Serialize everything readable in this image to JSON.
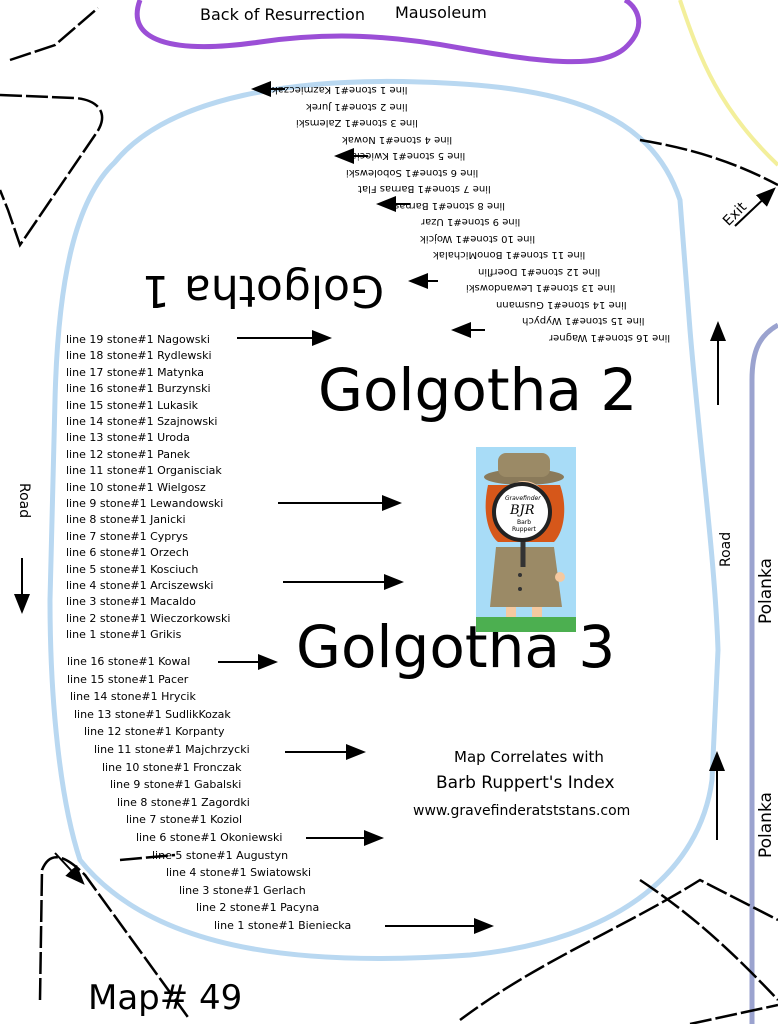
{
  "mausoleum": {
    "part1": "Back of Resurrection",
    "part2": "Mausoleum"
  },
  "exit_label": "Exit",
  "golgotha_1": "Golgotha 1",
  "golgotha_2": "Golgotha 2",
  "golgotha_3": "Golgotha 3",
  "road_left": "Road",
  "road_right": "Road",
  "polanka_top": "Polanka",
  "polanka_bottom": "Polanka",
  "map_number": "Map# 49",
  "index_note": {
    "line1": "Map Correlates with",
    "line2": "Barb Ruppert's Index",
    "line3": "www.gravefinderatststans.com"
  },
  "badge": {
    "brand": "Gravefinder",
    "initials": "BJR",
    "sub1": "Barb",
    "sub2": "Ruppert"
  },
  "golgotha_1_rows": [
    "line 1 stone#1 Kazmieczak",
    "line 2 stone#1 Jurek",
    "line 3 stone#1 Zalemski",
    "line 4 stone#1 Nowak",
    "line 5 stone#1 Kwieciak",
    "line 6 stone#1 Sobolewski",
    "line 7 stone#1 Barnas Flat",
    "line 8 stone#1 Barnas",
    "line 9 stone#1 Uzar",
    "line 10 stone#1 Wojcik",
    "line 11 stone#1 BonoMichalak",
    "line 12 stone#1 Doerflin",
    "line 13 stone#1 Lewandowski",
    "line 14 stone#1 Gusmann",
    "line 15 stone#1 Wypych",
    "line 16 stone#1 Wagner"
  ],
  "golgotha_2_rows": [
    "line 19 stone#1 Nagowski",
    "line 18 stone#1 Rydlewski",
    "line 17 stone#1 Matynka",
    "line 16 stone#1 Burzynski",
    "line 15 stone#1 Lukasik",
    "line 14 stone#1 Szajnowski",
    "line 13 stone#1 Uroda",
    "line 12 stone#1 Panek",
    "line 11 stone#1 Organisciak",
    "line 10 stone#1 Wielgosz",
    "line 9 stone#1 Lewandowski",
    "line 8 stone#1 Janicki",
    "line 7 stone#1 Cyprys",
    "line 6 stone#1 Orzech",
    "line 5 stone#1 Kosciuch",
    "line 4 stone#1 Arciszewski",
    "line 3 stone#1 Macaldo",
    "line 2 stone#1 Wieczorkowski",
    "line 1 stone#1 Grikis"
  ],
  "golgotha_3_rows": [
    "line 16 stone#1 Kowal",
    "line 15 stone#1 Pacer",
    "line 14 stone#1 Hrycik",
    "line 13 stone#1 SudlikKozak",
    "line 12 stone#1 Korpanty",
    "line 11 stone#1 Majchrzycki",
    "line 10 stone#1 Fronczak",
    "line 9 stone#1 Gabalski",
    "line 8 stone#1 Zagordki",
    "line 7 stone#1 Koziol",
    "line 6 stone#1 Okoniewski",
    "line 5 stone#1 Augustyn",
    "line 4 stone#1 Swiatowski",
    "line 3 stone#1 Gerlach",
    "line 2 stone#1 Pacyna",
    "line 1 stone#1 Bieniecka"
  ],
  "colors": {
    "oval": "#b9d8f1",
    "mausoleum": "#9b4fd6",
    "road_right": "#9ba3cf",
    "yellow": "#f3ef9b",
    "badge_bg": "#a8dcf7"
  }
}
